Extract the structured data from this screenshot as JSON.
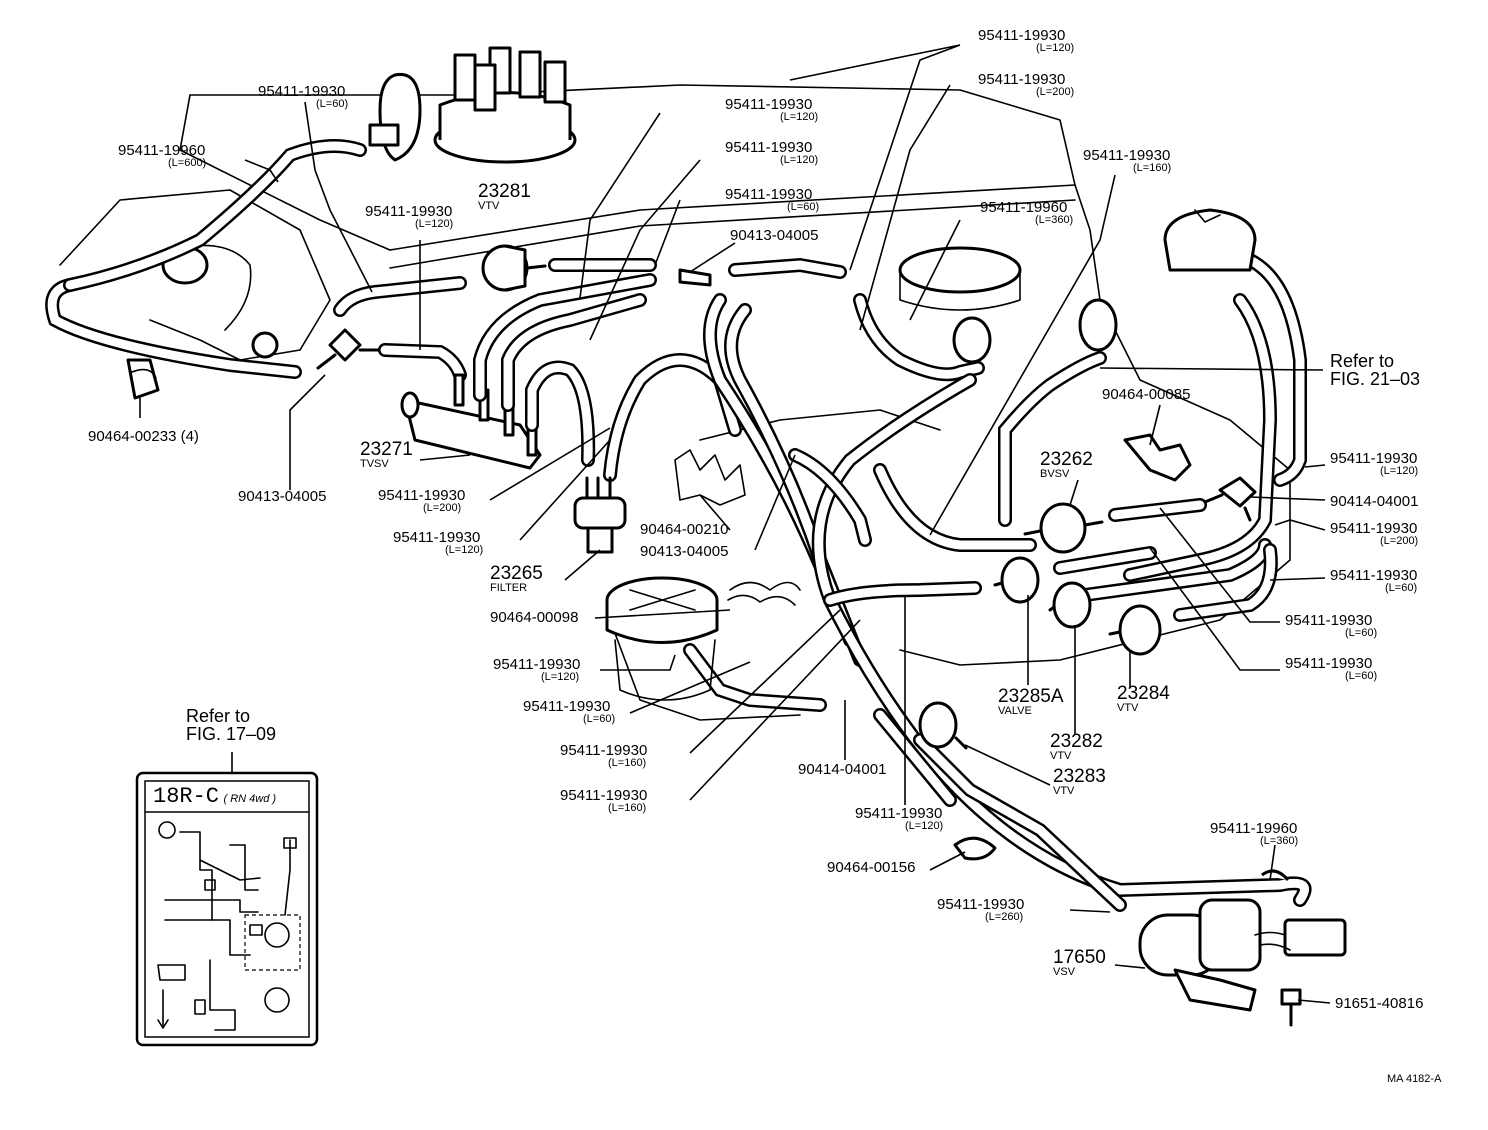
{
  "diagram": {
    "drawing_code": "MA 4182-A",
    "refs": [
      {
        "id": "ref-fig-21-03",
        "line1": "Refer to",
        "line2": "FIG. 21–03"
      },
      {
        "id": "ref-fig-17-09",
        "line1": "Refer to",
        "line2": "FIG. 17–09"
      }
    ],
    "inset": {
      "title": "18R-C",
      "subtitle": "( RN 4wd )"
    },
    "labels": [
      {
        "id": "lbl-1",
        "part": "95411-19930",
        "sub": "(L=60)"
      },
      {
        "id": "lbl-2",
        "part": "95411-19960",
        "sub": "(L=600)"
      },
      {
        "id": "lbl-3",
        "part": "95411-19930",
        "sub": "(L=120)"
      },
      {
        "id": "lbl-4",
        "part": "95411-19930",
        "sub": "(L=120)"
      },
      {
        "id": "lbl-5",
        "part": "23281",
        "sub": "VTV"
      },
      {
        "id": "lbl-6",
        "part": "95411-19930",
        "sub": "(L=60)"
      },
      {
        "id": "lbl-7",
        "part": "95411-19930",
        "sub": "(L=120)"
      },
      {
        "id": "lbl-8",
        "part": "90413-04005",
        "sub": ""
      },
      {
        "id": "lbl-9",
        "part": "95411-19930",
        "sub": "(L=120)"
      },
      {
        "id": "lbl-10",
        "part": "95411-19930",
        "sub": "(L=200)"
      },
      {
        "id": "lbl-11",
        "part": "95411-19930",
        "sub": "(L=160)"
      },
      {
        "id": "lbl-12",
        "part": "95411-19960",
        "sub": "(L=360)"
      },
      {
        "id": "lbl-13",
        "part": "90464-00233 (4)",
        "sub": ""
      },
      {
        "id": "lbl-14",
        "part": "23271",
        "sub": "TVSV"
      },
      {
        "id": "lbl-15",
        "part": "90413-04005",
        "sub": ""
      },
      {
        "id": "lbl-16",
        "part": "95411-19930",
        "sub": "(L=200)"
      },
      {
        "id": "lbl-17",
        "part": "95411-19930",
        "sub": "(L=120)"
      },
      {
        "id": "lbl-18",
        "part": "23265",
        "sub": "FILTER"
      },
      {
        "id": "lbl-19",
        "part": "90464-00210",
        "sub": ""
      },
      {
        "id": "lbl-20",
        "part": "90413-04005",
        "sub": ""
      },
      {
        "id": "lbl-21",
        "part": "90464-00098",
        "sub": ""
      },
      {
        "id": "lbl-22",
        "part": "90464-00085",
        "sub": ""
      },
      {
        "id": "lbl-23",
        "part": "23262",
        "sub": "BVSV"
      },
      {
        "id": "lbl-24",
        "part": "95411-19930",
        "sub": "(L=120)"
      },
      {
        "id": "lbl-25",
        "part": "90414-04001",
        "sub": ""
      },
      {
        "id": "lbl-26",
        "part": "95411-19930",
        "sub": "(L=200)"
      },
      {
        "id": "lbl-27",
        "part": "95411-19930",
        "sub": "(L=60)"
      },
      {
        "id": "lbl-28",
        "part": "95411-19930",
        "sub": "(L=60)"
      },
      {
        "id": "lbl-29",
        "part": "95411-19930",
        "sub": "(L=60)"
      },
      {
        "id": "lbl-30",
        "part": "95411-19930",
        "sub": "(L=120)"
      },
      {
        "id": "lbl-31",
        "part": "95411-19930",
        "sub": "(L=60)"
      },
      {
        "id": "lbl-32",
        "part": "23285A",
        "sub": "VALVE"
      },
      {
        "id": "lbl-33",
        "part": "23284",
        "sub": "VTV"
      },
      {
        "id": "lbl-34",
        "part": "23282",
        "sub": "VTV"
      },
      {
        "id": "lbl-35",
        "part": "95411-19930",
        "sub": "(L=160)"
      },
      {
        "id": "lbl-36",
        "part": "95411-19930",
        "sub": "(L=160)"
      },
      {
        "id": "lbl-37",
        "part": "90414-04001",
        "sub": ""
      },
      {
        "id": "lbl-38",
        "part": "23283",
        "sub": "VTV"
      },
      {
        "id": "lbl-39",
        "part": "95411-19930",
        "sub": "(L=120)"
      },
      {
        "id": "lbl-40",
        "part": "95411-19960",
        "sub": "(L=360)"
      },
      {
        "id": "lbl-41",
        "part": "90464-00156",
        "sub": ""
      },
      {
        "id": "lbl-42",
        "part": "95411-19930",
        "sub": "(L=260)"
      },
      {
        "id": "lbl-43",
        "part": "17650",
        "sub": "VSV"
      },
      {
        "id": "lbl-44",
        "part": "91651-40816",
        "sub": ""
      }
    ]
  }
}
